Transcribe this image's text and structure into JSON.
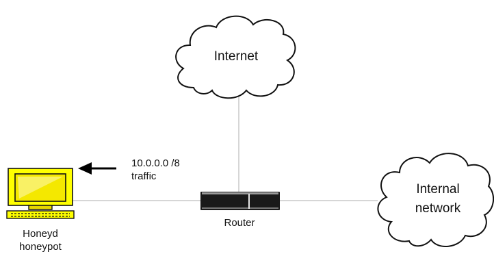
{
  "nodes": {
    "internet": {
      "label": "Internet"
    },
    "internal": {
      "label_line1": "Internal",
      "label_line2": "network"
    },
    "router": {
      "label": "Router"
    },
    "honeypot": {
      "label_line1": "Honeyd",
      "label_line2": "honeypot"
    }
  },
  "annotation": {
    "line1": "10.0.0.0 /8",
    "line2": "traffic"
  },
  "colors": {
    "link_line": "#c8c8c8",
    "cloud_stroke": "#111111",
    "cloud_fill": "#ffffff",
    "router_body": "#1a1a1a",
    "monitor_yellow": "#ffff00",
    "monitor_inner": "#f2e500",
    "arrow": "#000000"
  }
}
